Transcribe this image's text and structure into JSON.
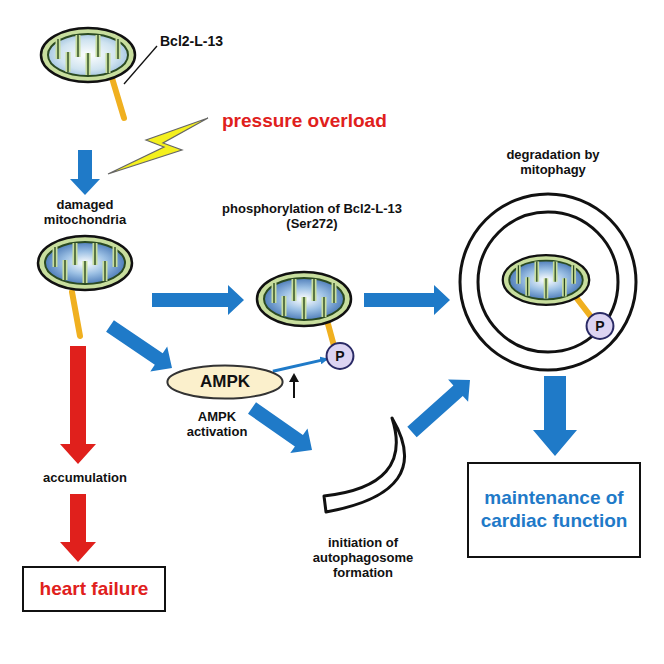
{
  "diagram": {
    "nodes": [
      {
        "text": [
          "AMPK"
        ]
      },
      {
        "text": [
          "P"
        ]
      },
      {
        "text": [
          "P"
        ]
      },
      {
        "text": [
          "heart failure"
        ]
      },
      {
        "text": [
          "maintenance of cardiac function"
        ]
      }
    ],
    "edges": [
      {
        "from": 0,
        "to": 1,
        "arrow": "to"
      }
    ],
    "labels": [
      "Bcl2-L-13",
      "pressure overload",
      "damaged mitochondria",
      "phosphorylation of Bcl2-L-13 (Ser272)",
      "degradation by mitophagy",
      "AMPK activation",
      "accumulation",
      "initiation of autophagosome formation"
    ]
  }
}
